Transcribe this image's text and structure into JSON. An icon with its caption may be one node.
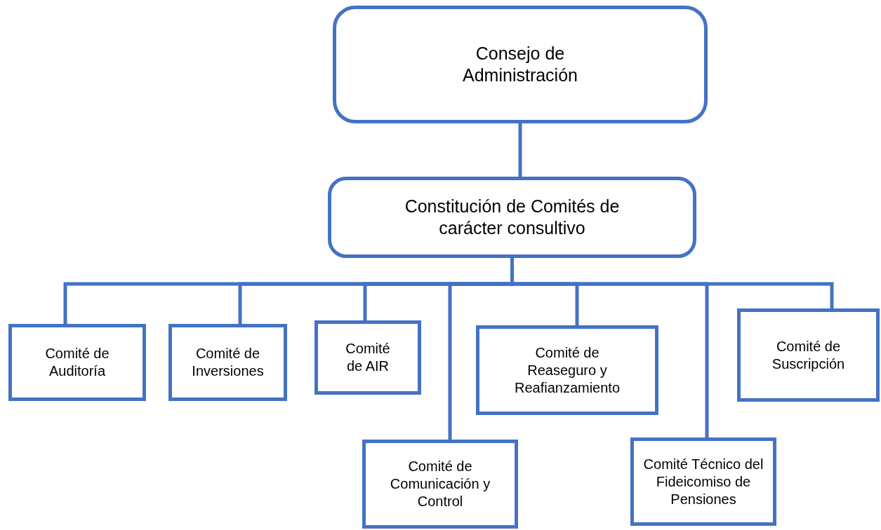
{
  "diagram": {
    "nodes": [
      {
        "text": [
          "Consejo de Administración"
        ]
      },
      {
        "text": [
          "Constitución de Comités de carácter consultivo"
        ]
      },
      {
        "text": [
          "Comité de Auditoría"
        ]
      },
      {
        "text": [
          "Comité de Inversiones"
        ]
      },
      {
        "text": [
          "Comité de AIR"
        ]
      },
      {
        "text": [
          "Comité de Comunicación y Control"
        ]
      },
      {
        "text": [
          "Comité de Reaseguro y Reafianzamiento"
        ]
      },
      {
        "text": [
          "Comité Técnico del Fideicomiso de Pensiones"
        ]
      },
      {
        "text": [
          "Comité de Suscripción"
        ]
      }
    ],
    "edges": [
      {
        "from": 0,
        "to": 1,
        "arrow": "none"
      },
      {
        "from": 1,
        "to": 2,
        "arrow": "none"
      },
      {
        "from": 1,
        "to": 3,
        "arrow": "none"
      },
      {
        "from": 1,
        "to": 4,
        "arrow": "none"
      },
      {
        "from": 1,
        "to": 5,
        "arrow": "none"
      },
      {
        "from": 1,
        "to": 6,
        "arrow": "none"
      },
      {
        "from": 1,
        "to": 7,
        "arrow": "none"
      },
      {
        "from": 1,
        "to": 8,
        "arrow": "none"
      }
    ]
  }
}
